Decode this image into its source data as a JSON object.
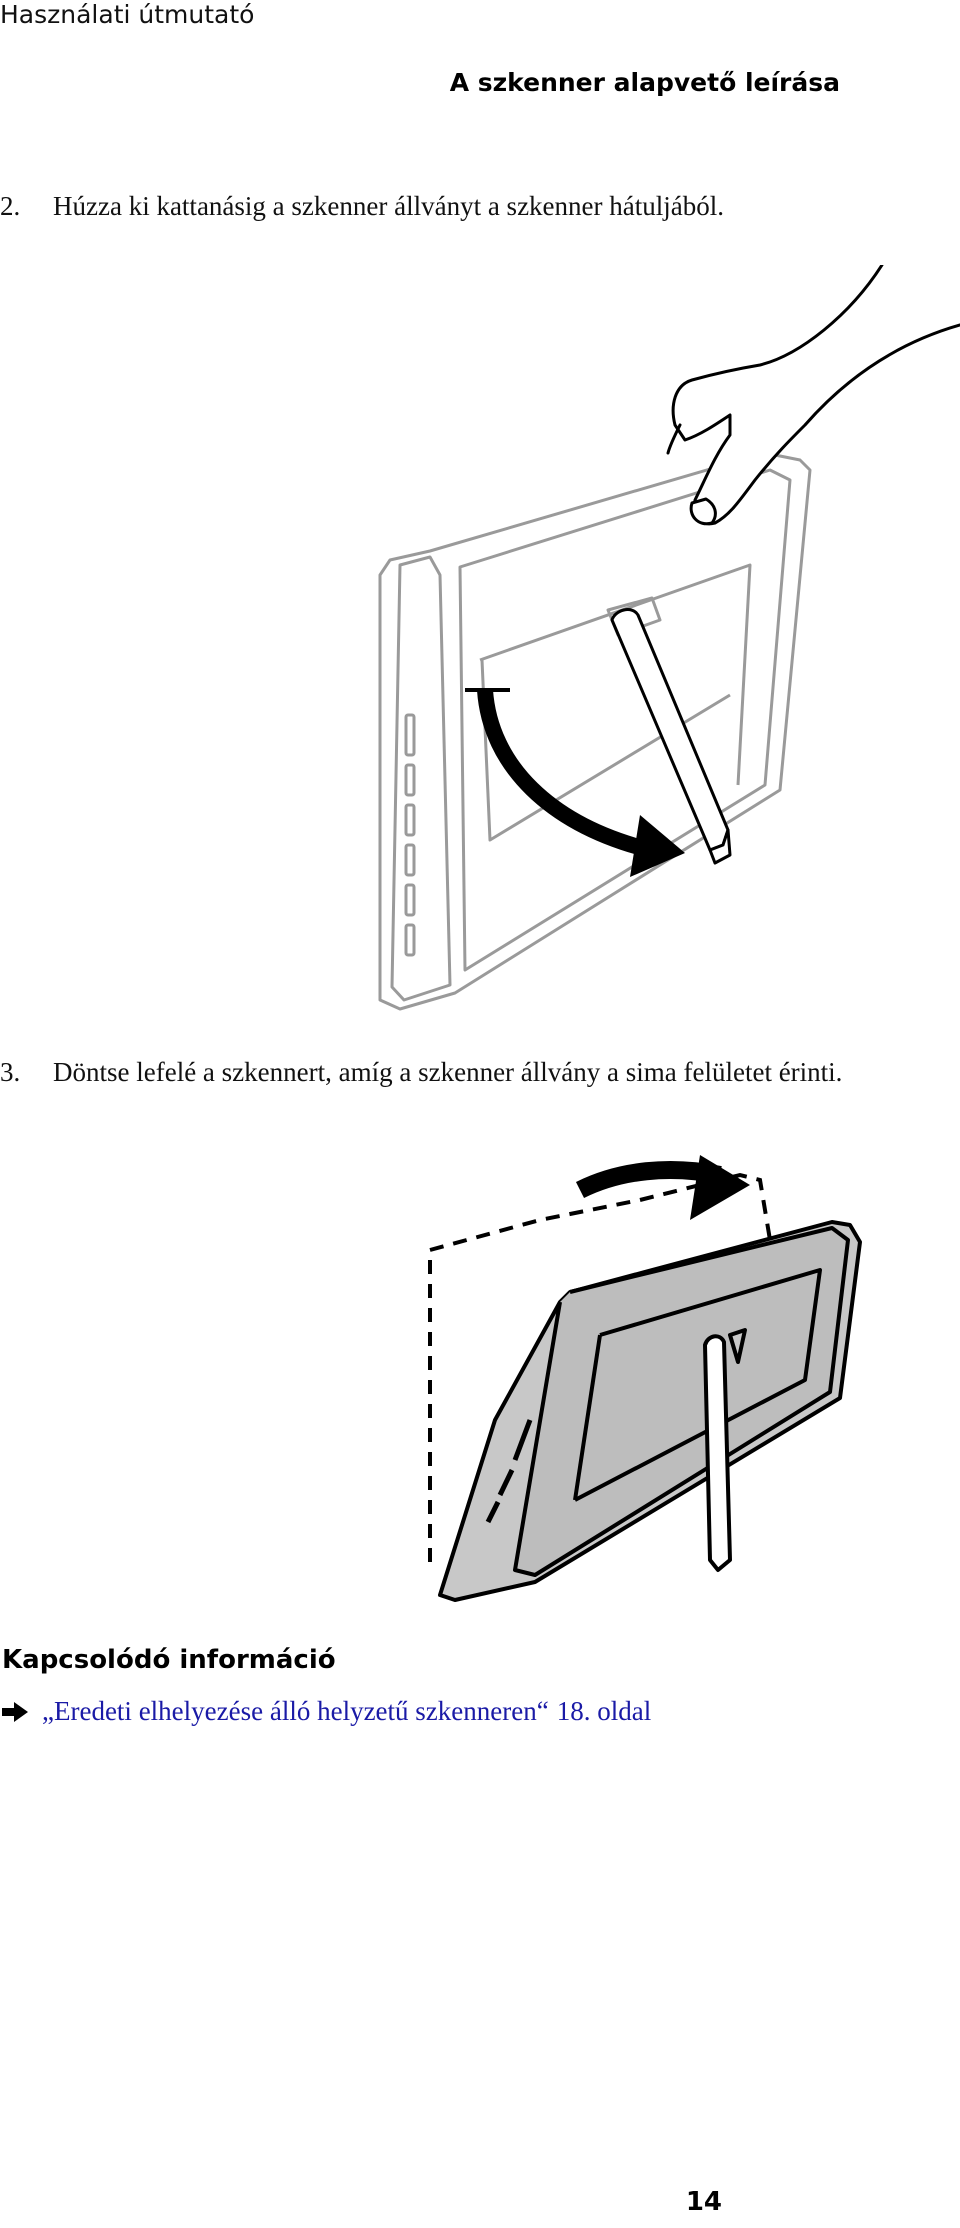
{
  "header": {
    "manual_title": "Használati útmutató",
    "section_title": "A szkenner alapvető leírása"
  },
  "steps": [
    {
      "number": "2.",
      "text": "Húzza ki kattanásig a szkenner állványt a szkenner hátuljából."
    },
    {
      "number": "3.",
      "text": "Döntse lefelé a szkennert, amíg a szkenner állvány a sima felületet érinti."
    }
  ],
  "related": {
    "title": "Kapcsolódó információ",
    "link_text": "„Eredeti elhelyezése álló helyzetű szkenneren“",
    "page_ref": "18. oldal",
    "icon": "arrow-right-icon"
  },
  "footer": {
    "page_number": "14"
  },
  "colors": {
    "link": "#1a1aa6",
    "scanner_fill": "#c8c8c8",
    "outline": "#000000"
  }
}
